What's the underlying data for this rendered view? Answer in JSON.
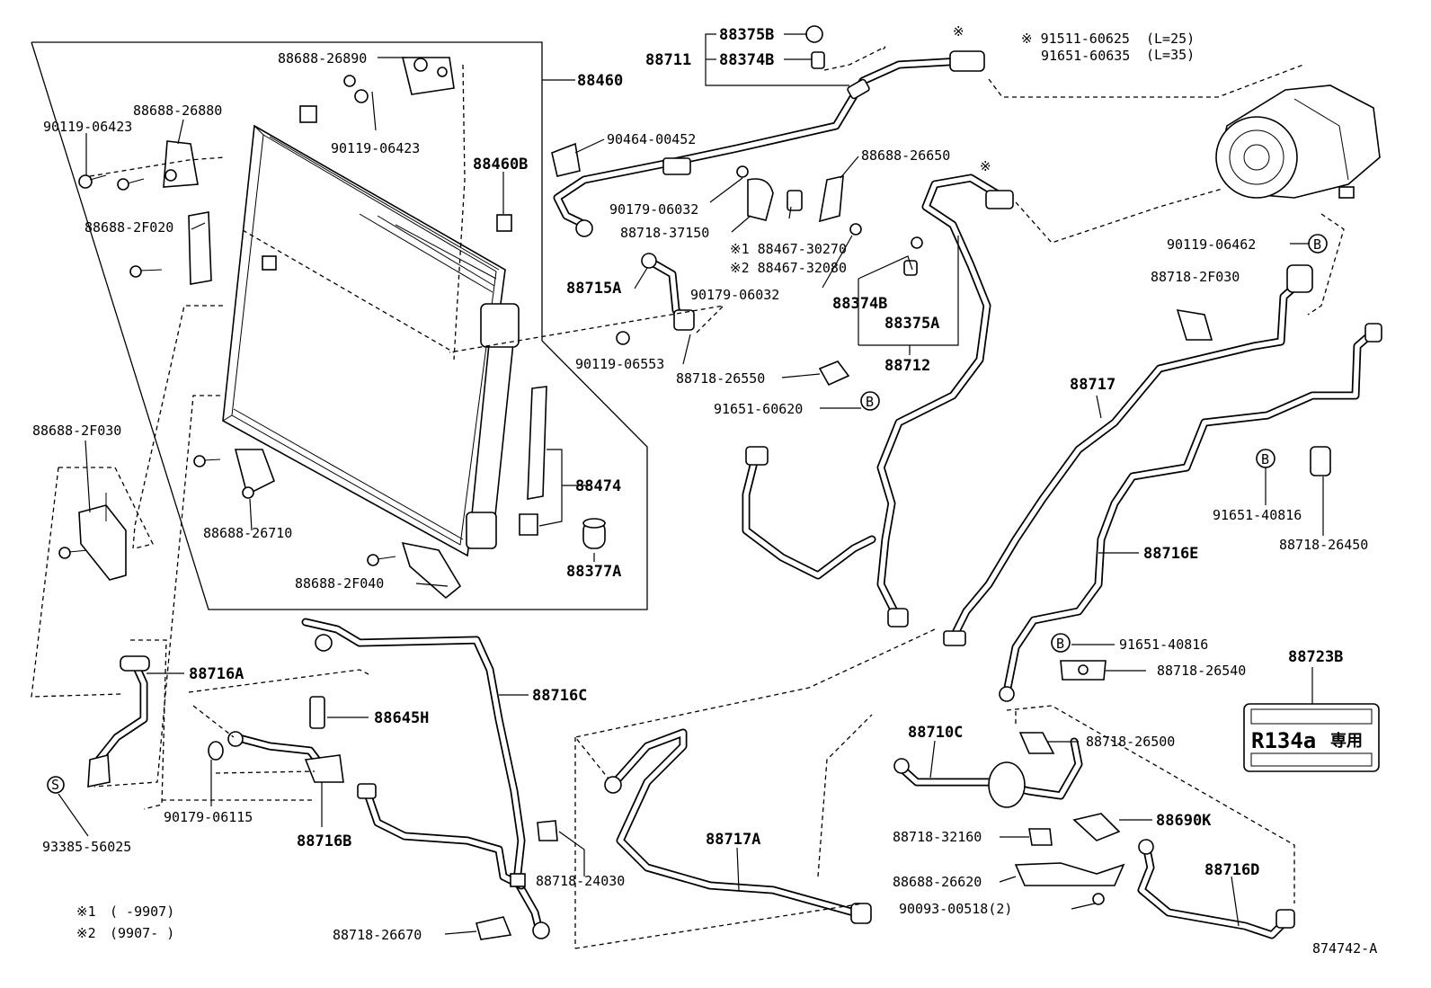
{
  "diagram": {
    "figure_id": "874742-A",
    "notes": [
      {
        "mark": "※1",
        "text": "(      -9907)"
      },
      {
        "mark": "※2",
        "text": "(9907-      )"
      }
    ],
    "star_mark": "※",
    "circle_labels": {
      "B": "B",
      "S": "S"
    },
    "labels": [
      {
        "key": "88375B",
        "text": "88375B"
      },
      {
        "key": "88711",
        "text": "88711"
      },
      {
        "key": "88374B_top",
        "text": "88374B"
      },
      {
        "key": "91511_60625",
        "text": "※ 91511-60625"
      },
      {
        "key": "L25",
        "text": "(L=25)"
      },
      {
        "key": "91651_60635",
        "text": "91651-60635"
      },
      {
        "key": "L35",
        "text": "(L=35)"
      },
      {
        "key": "88688_26890",
        "text": "88688-26890"
      },
      {
        "key": "88460",
        "text": "88460"
      },
      {
        "key": "88688_26880",
        "text": "88688-26880"
      },
      {
        "key": "90119_06423_a",
        "text": "90119-06423"
      },
      {
        "key": "90119_06423_b",
        "text": "90119-06423"
      },
      {
        "key": "88460B",
        "text": "88460B"
      },
      {
        "key": "90464_00452",
        "text": "90464-00452"
      },
      {
        "key": "88688_26650",
        "text": "88688-26650"
      },
      {
        "key": "90179_06032_a",
        "text": "90179-06032"
      },
      {
        "key": "88718_37150",
        "text": "88718-37150"
      },
      {
        "key": "88467_30270",
        "text": "※1 88467-30270"
      },
      {
        "key": "88467_32080",
        "text": "※2 88467-32080"
      },
      {
        "key": "88688_2F020",
        "text": "88688-2F020"
      },
      {
        "key": "88715A",
        "text": "88715A"
      },
      {
        "key": "90179_06032_b",
        "text": "90179-06032"
      },
      {
        "key": "88374B",
        "text": "88374B"
      },
      {
        "key": "88375A",
        "text": "88375A"
      },
      {
        "key": "88712",
        "text": "88712"
      },
      {
        "key": "90119_06462",
        "text": "90119-06462"
      },
      {
        "key": "88718_2F030",
        "text": "88718-2F030"
      },
      {
        "key": "90119_06553",
        "text": "90119-06553"
      },
      {
        "key": "88718_26550",
        "text": "88718-26550"
      },
      {
        "key": "91651_60620",
        "text": "91651-60620"
      },
      {
        "key": "88717",
        "text": "88717"
      },
      {
        "key": "88688_2F030",
        "text": "88688-2F030"
      },
      {
        "key": "88474",
        "text": "88474"
      },
      {
        "key": "88688_26710",
        "text": "88688-26710"
      },
      {
        "key": "88377A",
        "text": "88377A"
      },
      {
        "key": "88688_2F040",
        "text": "88688-2F040"
      },
      {
        "key": "91651_40816_a",
        "text": "91651-40816"
      },
      {
        "key": "88718_26450",
        "text": "88718-26450"
      },
      {
        "key": "88716E",
        "text": "88716E"
      },
      {
        "key": "91651_40816_b",
        "text": "91651-40816"
      },
      {
        "key": "88718_26540",
        "text": "88718-26540"
      },
      {
        "key": "88723B",
        "text": "88723B"
      },
      {
        "key": "88716A",
        "text": "88716A"
      },
      {
        "key": "88716C",
        "text": "88716C"
      },
      {
        "key": "88645H",
        "text": "88645H"
      },
      {
        "key": "88710C",
        "text": "88710C"
      },
      {
        "key": "88718_26500",
        "text": "88718-26500"
      },
      {
        "key": "90179_06115",
        "text": "90179-06115"
      },
      {
        "key": "88716B",
        "text": "88716B"
      },
      {
        "key": "93385_56025",
        "text": "93385-56025"
      },
      {
        "key": "88690K",
        "text": "88690K"
      },
      {
        "key": "88718_32160",
        "text": "88718-32160"
      },
      {
        "key": "88717A",
        "text": "88717A"
      },
      {
        "key": "88718_24030",
        "text": "88718-24030"
      },
      {
        "key": "88688_26620",
        "text": "88688-26620"
      },
      {
        "key": "88716D",
        "text": "88716D"
      },
      {
        "key": "90093_00518",
        "text": "90093-00518(2)"
      },
      {
        "key": "88718_26670",
        "text": "88718-26670"
      }
    ],
    "caution_label": {
      "line1": "R134a",
      "line2": "専用"
    }
  }
}
